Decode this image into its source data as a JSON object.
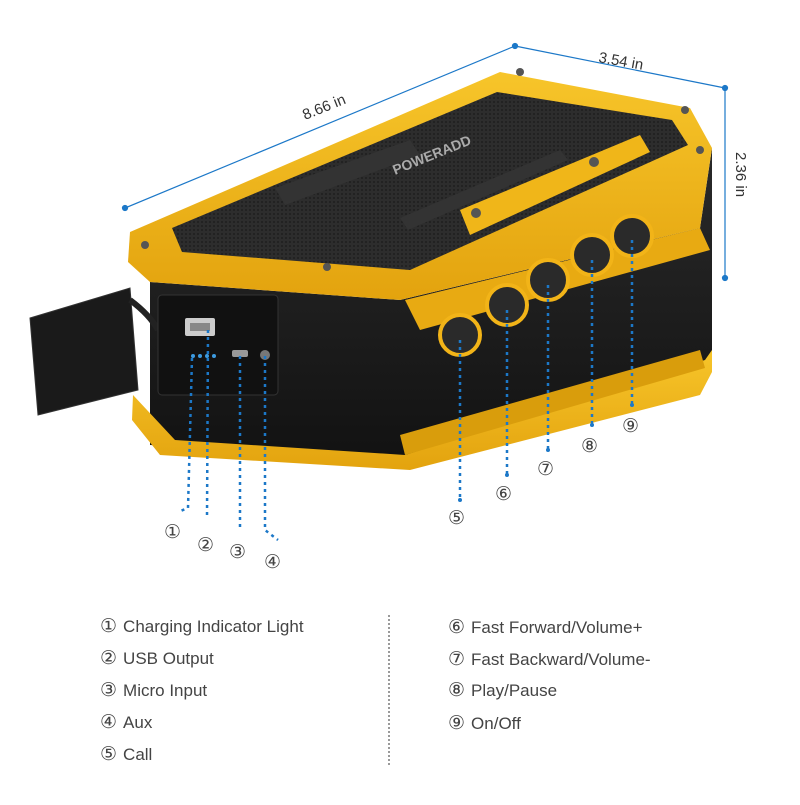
{
  "dimensions": {
    "length": "8.66 in",
    "width": "3.54 in",
    "height": "2.36 in"
  },
  "brand_text": "POWERADD",
  "callout_numbers": [
    "①",
    "②",
    "③",
    "④",
    "⑤",
    "⑥",
    "⑦",
    "⑧",
    "⑨"
  ],
  "legend": {
    "left": [
      {
        "num": "①",
        "label": "Charging Indicator Light"
      },
      {
        "num": "②",
        "label": "USB Output"
      },
      {
        "num": "③",
        "label": "Micro Input"
      },
      {
        "num": "④",
        "label": "Aux"
      },
      {
        "num": "⑤",
        "label": "Call"
      }
    ],
    "right": [
      {
        "num": "⑥",
        "label": "Fast Forward/Volume+"
      },
      {
        "num": "⑦",
        "label": "Fast Backward/Volume-"
      },
      {
        "num": "⑧",
        "label": "Play/Pause"
      },
      {
        "num": "⑨",
        "label": "On/Off"
      }
    ]
  },
  "colors": {
    "body_yellow": "#f2b418",
    "body_dark_yellow": "#c98c0a",
    "rubber_black": "#1d1d1d",
    "grille": "#2b2b2b",
    "callout_blue": "#1c78c8"
  }
}
